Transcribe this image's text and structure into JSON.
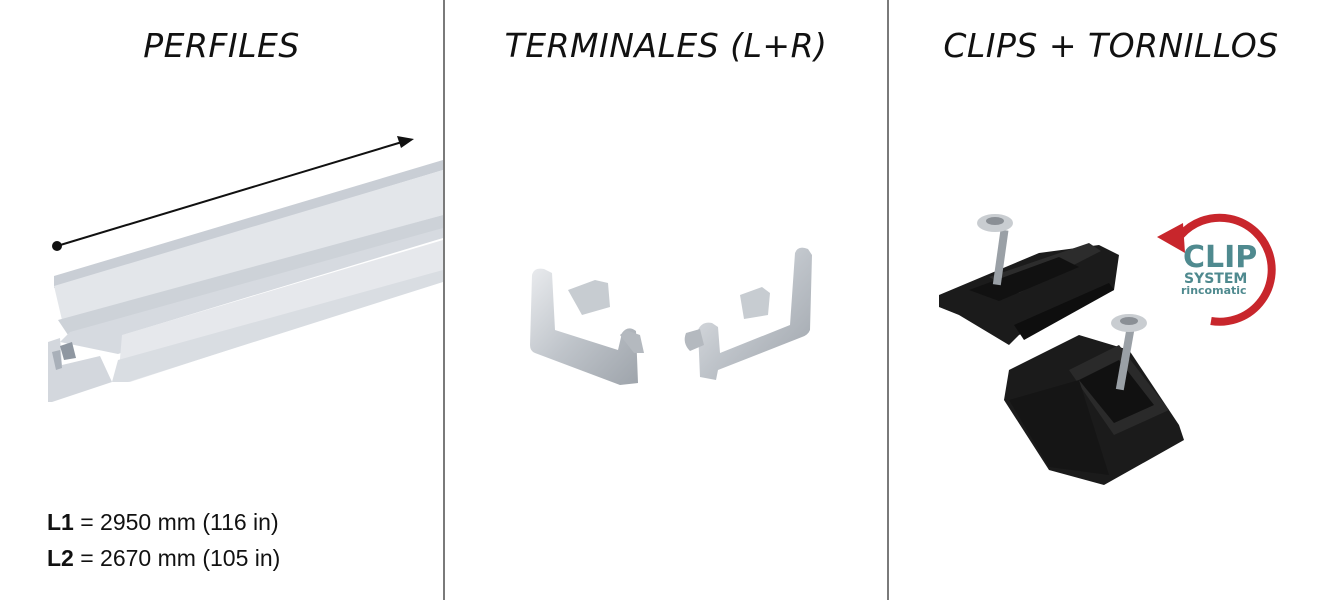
{
  "panels": [
    {
      "title": "PERFILES",
      "image": "aluminum-profile-with-length-arrow",
      "specs": [
        {
          "label": "L1",
          "value": "= 2950 mm (116 in)"
        },
        {
          "label": "L2",
          "value": "= 2670 mm (105 in)"
        }
      ]
    },
    {
      "title": "TERMINALES (L+R)",
      "image": "left-and-right-end-caps"
    },
    {
      "title": "CLIPS + TORNILLOS",
      "image": "black-clips-with-screws",
      "logo": {
        "line1": "CLIP",
        "line2": "SYSTEM",
        "line3": "rincomatic",
        "arrow_color": "#c8262c",
        "text_color": "#4f8a8f"
      }
    }
  ],
  "colors": {
    "divider": "#7a7a7a",
    "aluminum_light": "#dfe3e8",
    "aluminum_mid": "#c5cbd2",
    "clip_black": "#1b1b1b"
  }
}
